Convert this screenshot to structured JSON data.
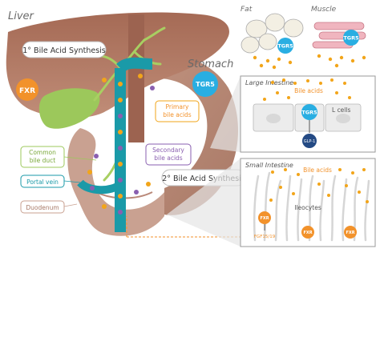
{
  "titles": {
    "liver": "Liver",
    "stomach": "Stomach",
    "fat": "Fat",
    "muscle": "Muscle",
    "large_intestine": "Large Intestine",
    "small_intestine": "Small Intestine"
  },
  "boxes": {
    "primary_synthesis": "1° Bile Acid Synthesis",
    "secondary_synthesis": "2° Bile Acid Synthesis",
    "primary_bile_acids": [
      "Primary",
      "bile acids"
    ],
    "secondary_bile_acids": [
      "Secondary",
      "bile acids"
    ],
    "common_bile_duct": [
      "Common",
      "bile duct"
    ],
    "portal_vein": "Portal vein",
    "duodenum": "Duodenum"
  },
  "receptors": {
    "fxr": "FXR",
    "tgr5": "TGR5"
  },
  "small_labels": {
    "large_int_bile_acids": "Bile acids",
    "l_cells": "L cells",
    "glp1": "GLP-1",
    "small_int_bile_acids": "Bile acids",
    "ileocytes": "Ileocytes",
    "fgf": "FGF15/19"
  },
  "colors": {
    "liver": "#b07862",
    "stomach": "#b88775",
    "intestine": "#c9a191",
    "gallbladder": "#9cc85b",
    "portal_vein": "#1a9aa8",
    "receptor_blue": "#29aee2",
    "receptor_orange": "#f2922b",
    "primary_dot": "#f2a51a",
    "secondary_dot": "#8a5fb0",
    "border_gray": "#9a9a9a"
  }
}
